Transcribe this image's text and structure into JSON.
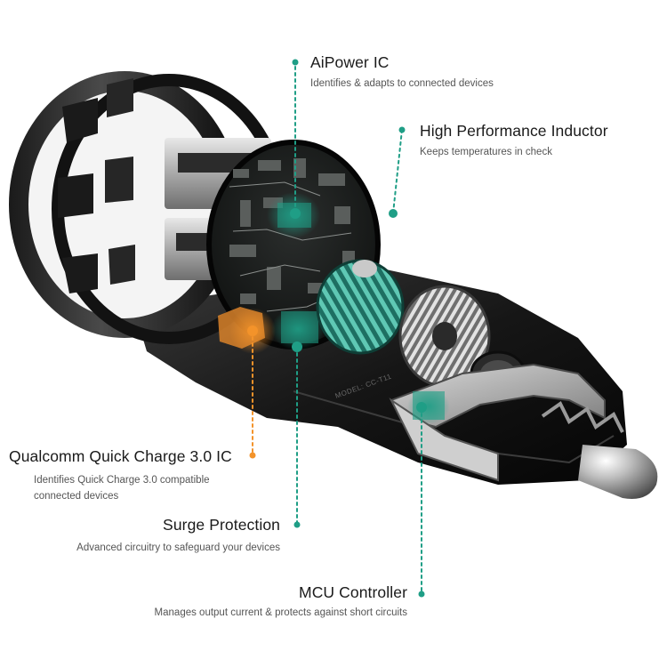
{
  "colors": {
    "accent_green": "#1f9e86",
    "accent_orange": "#f3932a",
    "title_text": "#1a1a1a",
    "desc_text": "#555555"
  },
  "product": {
    "housing_marking": "MODEL: CC-T11"
  },
  "callouts": {
    "aipower": {
      "title": "AiPower IC",
      "description": "Identifies & adapts to connected devices"
    },
    "inductor": {
      "title": "High Performance Inductor",
      "description": "Keeps temperatures in check"
    },
    "qualcomm": {
      "title": "Qualcomm Quick Charge 3.0 IC",
      "description": "Identifies Quick Charge 3.0 compatible connected devices"
    },
    "surge": {
      "title": "Surge Protection",
      "description": "Advanced circuitry to safeguard your devices"
    },
    "mcu": {
      "title": "MCU Controller",
      "description": "Manages output current & protects against short circuits"
    }
  }
}
